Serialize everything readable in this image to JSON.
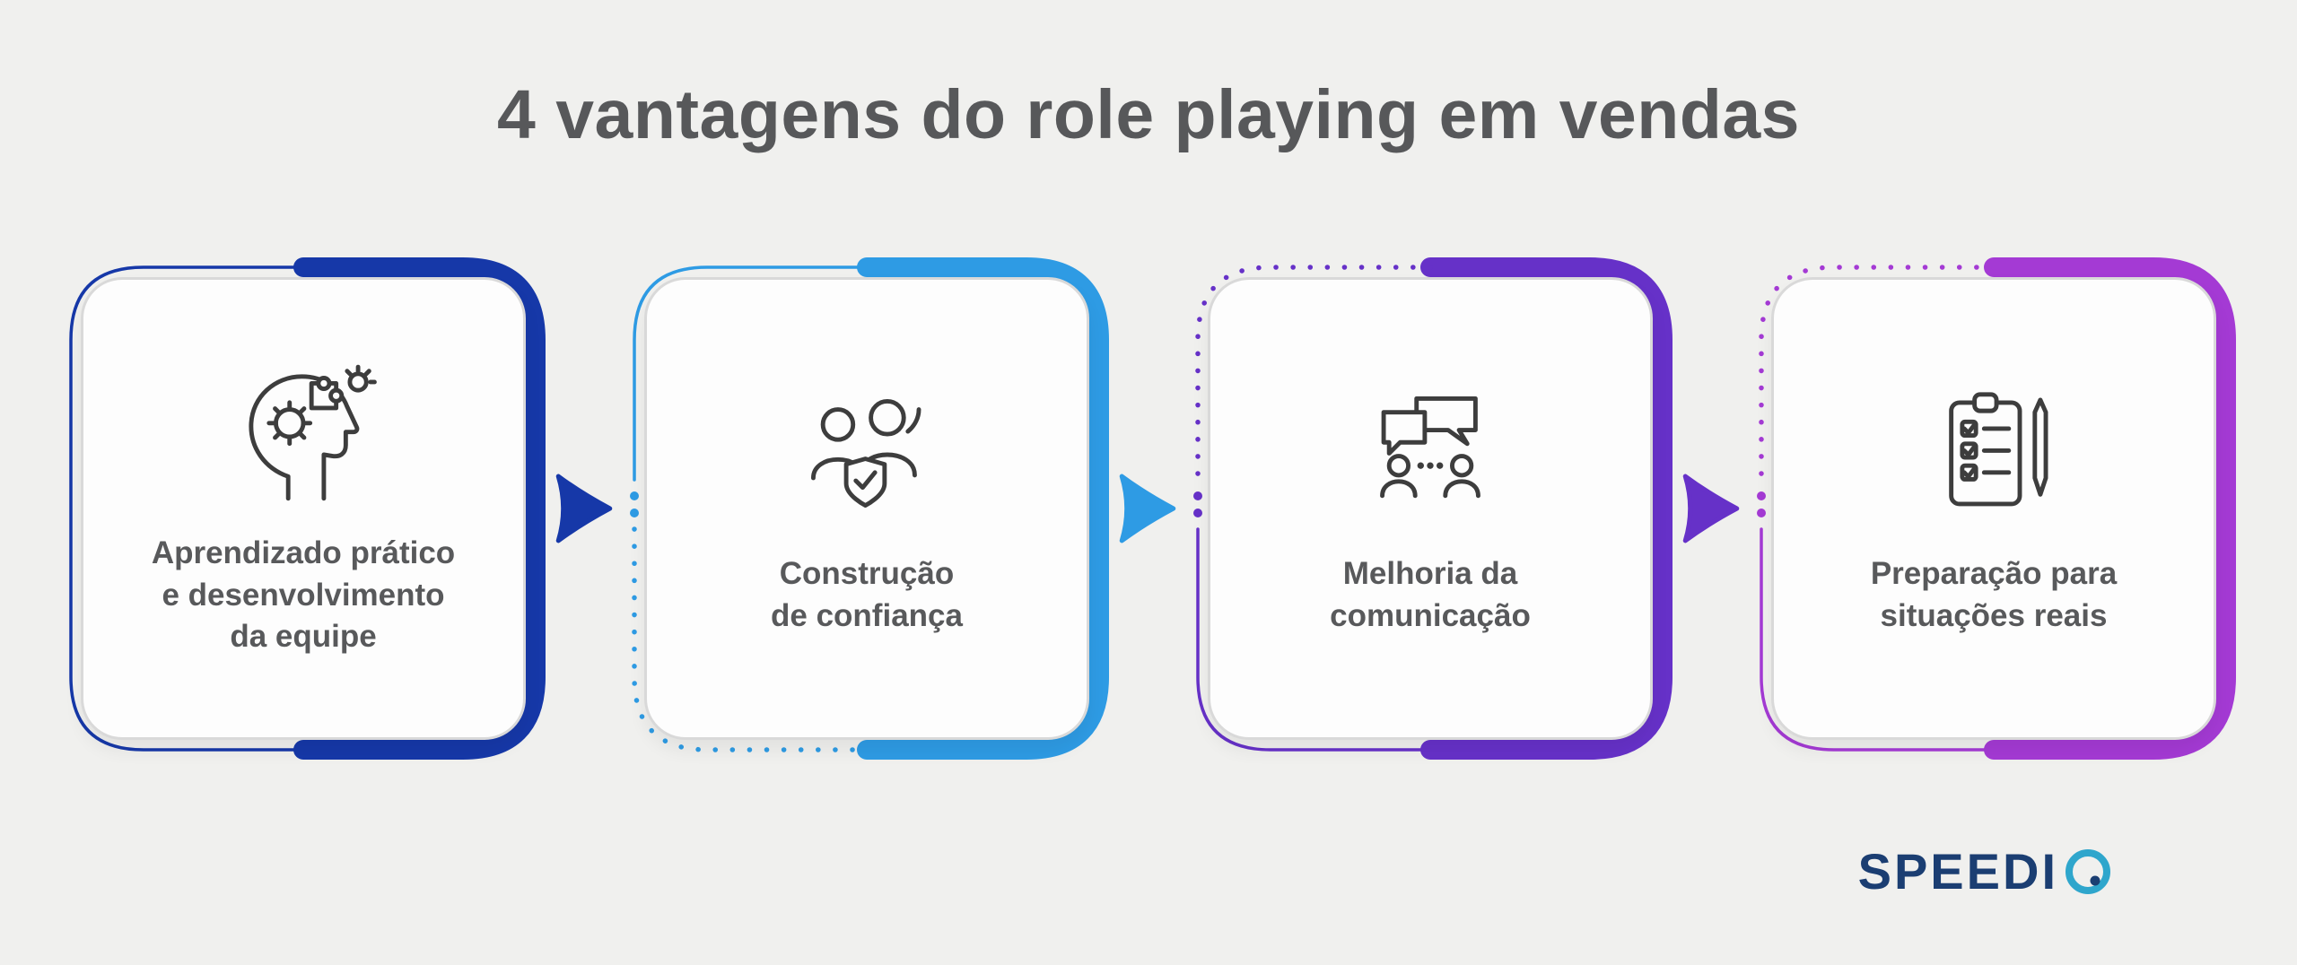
{
  "title": "4 vantagens do role playing em vendas",
  "cards": [
    {
      "label": "Aprendizado prático\ne desenvolvimento\nda equipe",
      "icon": "head-gears-puzzle-icon",
      "accent": "#1638a8",
      "arrow": true
    },
    {
      "label": "Construção\nde confiança",
      "icon": "people-shield-check-icon",
      "accent": "#2e9be4",
      "arrow": true
    },
    {
      "label": "Melhoria da\ncomunicação",
      "icon": "speech-bubbles-people-icon",
      "accent": "#6631c8",
      "arrow": true
    },
    {
      "label": "Preparação para\nsituações reais",
      "icon": "clipboard-checklist-pen-icon",
      "accent": "#a43ad4",
      "arrow": false
    }
  ],
  "logo": {
    "text": "SPEEDI",
    "o_icon": "speedio-o-icon"
  },
  "colors": {
    "background": "#f0f0ee",
    "title_text": "#57585a",
    "card_background": "#fdfdfd",
    "card_border": "#d9d9d9",
    "label_text": "#58595b",
    "icon_stroke": "#3d3d3d",
    "logo_text": "#1b3e72",
    "logo_accent": "#2fa6cc"
  }
}
